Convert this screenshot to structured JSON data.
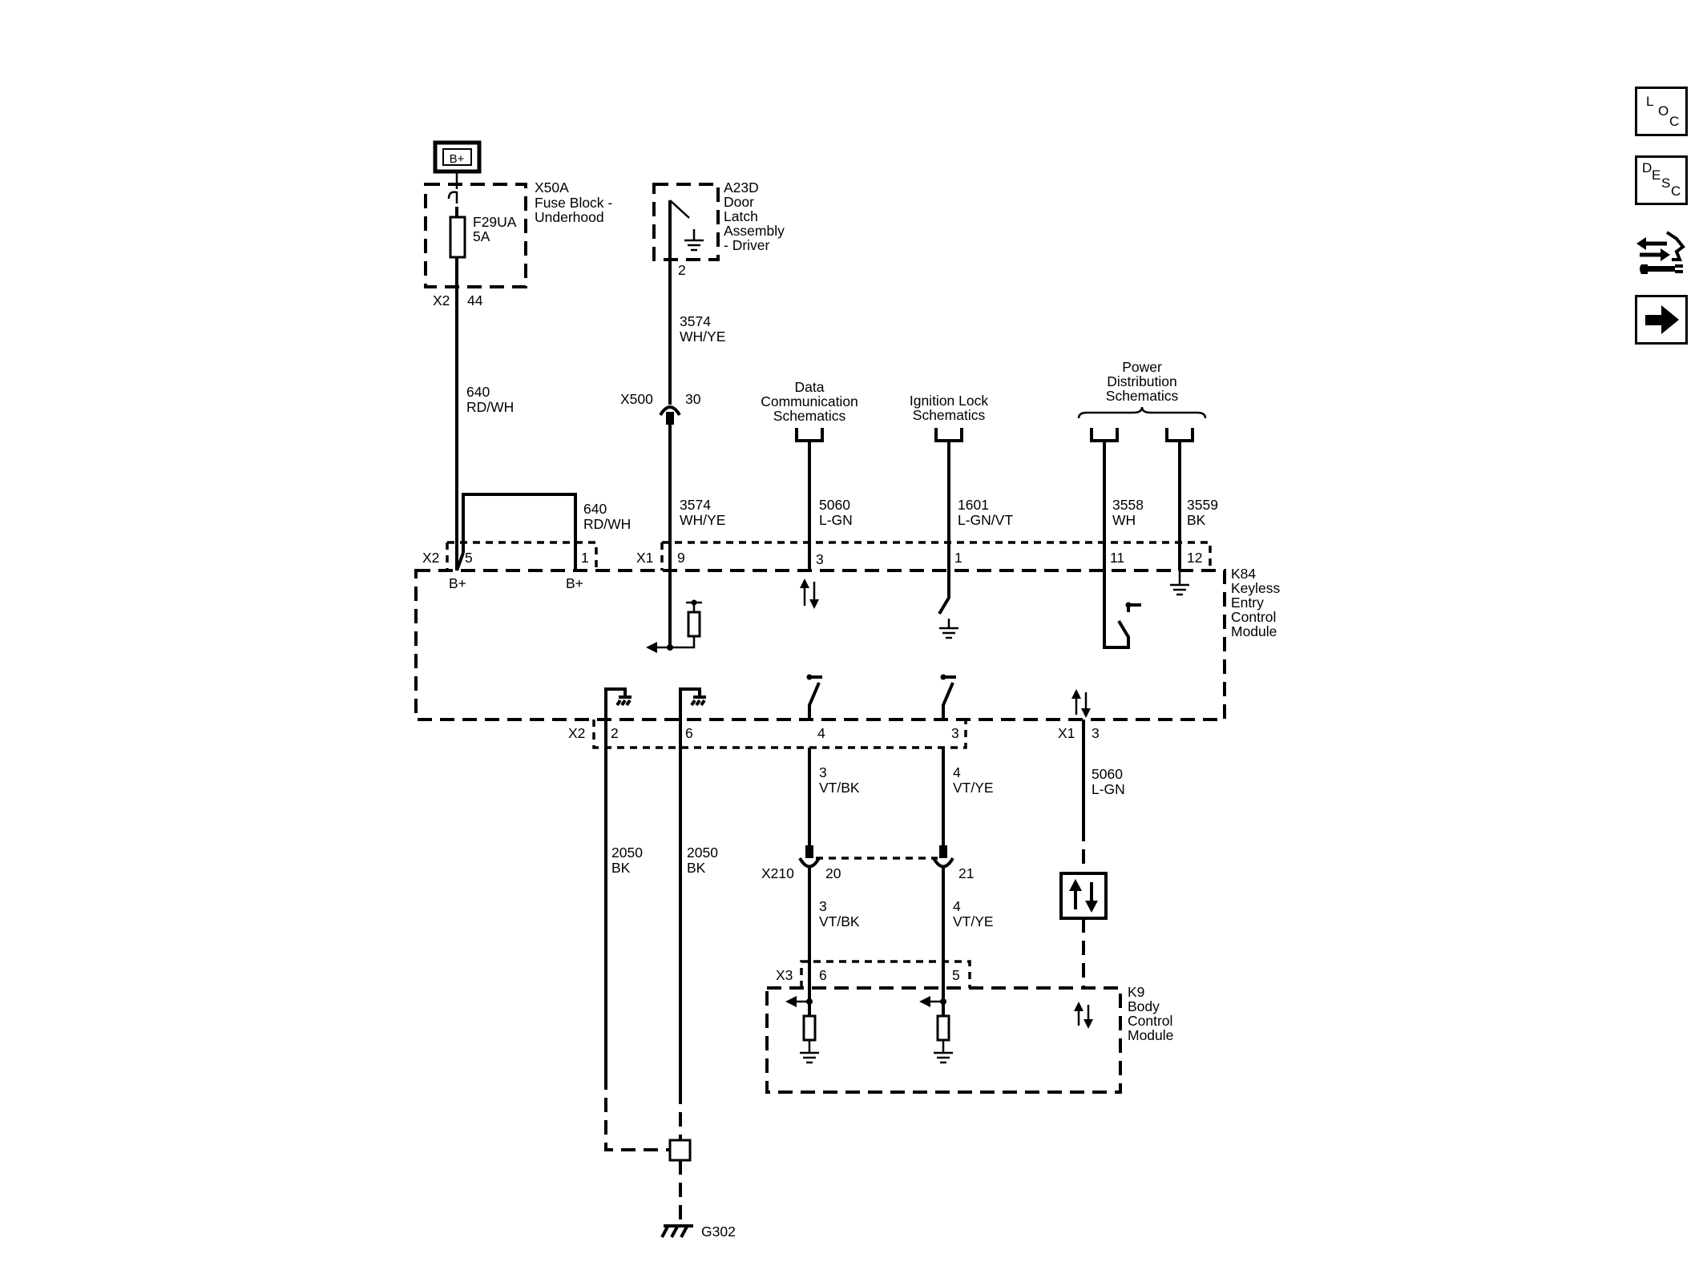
{
  "battery": {
    "label": "B+"
  },
  "fuse_block": {
    "id": "X50A",
    "name": [
      "Fuse Block -",
      "Underhood"
    ],
    "fuse_id": "F29UA",
    "fuse_rating": "5A",
    "connector": "X2",
    "pin": "44"
  },
  "door_latch": {
    "id": "A23D",
    "name": [
      "Door",
      "Latch",
      "Assembly",
      "- Driver"
    ],
    "pin": "2"
  },
  "inline_x500": {
    "connector": "X500",
    "pin": "30"
  },
  "inline_x210": {
    "connector": "X210",
    "pin_a": "20",
    "pin_b": "21"
  },
  "refs": {
    "data_comm": [
      "Data",
      "Communication",
      "Schematics"
    ],
    "ignition": [
      "Ignition Lock",
      "Schematics"
    ],
    "power_dist": [
      "Power",
      "Distribution",
      "Schematics"
    ]
  },
  "wires": {
    "w640_upper": [
      "640",
      "RD/WH"
    ],
    "w640_jumper": [
      "640",
      "RD/WH"
    ],
    "w3574_upper": [
      "3574",
      "WH/YE"
    ],
    "w3574_lower": [
      "3574",
      "WH/YE"
    ],
    "w5060_upper": [
      "5060",
      "L-GN"
    ],
    "w1601": [
      "1601",
      "L-GN/VT"
    ],
    "w3558": [
      "3558",
      "WH"
    ],
    "w3559": [
      "3559",
      "BK"
    ],
    "w2050_a": [
      "2050",
      "BK"
    ],
    "w2050_b": [
      "2050",
      "BK"
    ],
    "w3_upper": [
      "3",
      "VT/BK"
    ],
    "w4_upper": [
      "4",
      "VT/YE"
    ],
    "w5060_lower": [
      "5060",
      "L-GN"
    ],
    "w3_lower": [
      "3",
      "VT/BK"
    ],
    "w4_lower": [
      "4",
      "VT/YE"
    ]
  },
  "k84": {
    "id": "K84",
    "name": [
      "Keyless",
      "Entry",
      "Control",
      "Module"
    ],
    "top_x2": {
      "connector": "X2",
      "pin_a": "5",
      "pin_b": "1",
      "label_a": "B+",
      "label_b": "B+"
    },
    "top_x1": {
      "connector": "X1",
      "pins": [
        "9",
        "3",
        "1",
        "11",
        "12"
      ]
    },
    "bottom_x2": {
      "connector": "X2",
      "pins": [
        "2",
        "6",
        "4",
        "3"
      ]
    },
    "bottom_x1": {
      "connector": "X1",
      "pin": "3"
    }
  },
  "k9": {
    "id": "K9",
    "name": [
      "Body",
      "Control",
      "Module"
    ],
    "connector": "X3",
    "pin_a": "6",
    "pin_b": "5"
  },
  "ground": {
    "id": "G302"
  },
  "nav": {
    "loc": [
      "L",
      "O",
      "C"
    ],
    "desc": [
      "D",
      "E",
      "S",
      "C"
    ]
  }
}
